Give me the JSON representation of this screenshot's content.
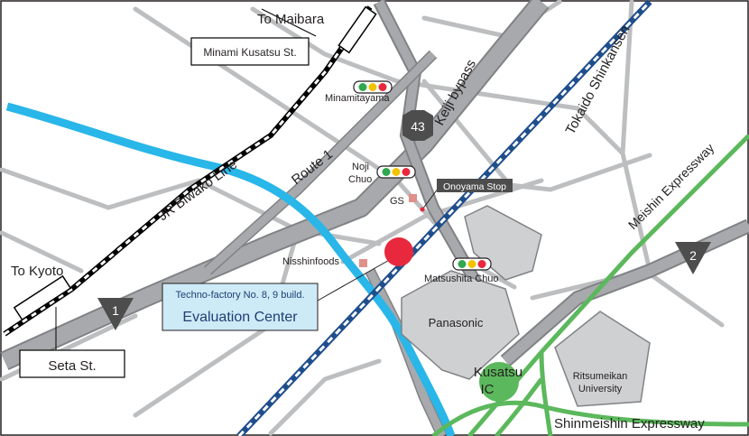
{
  "map": {
    "labels": {
      "to_maibara": "To Maibara",
      "minami_kusatsu_st": "Minami Kusatsu St.",
      "minamitayama": "Minamitayama",
      "route_43": "43",
      "keiji_bypass": "Keiji bypass",
      "tokaido_shinkansen": "Tokaido Shinkansen",
      "jr_biwako_line": "JR Biwako Line",
      "route_1": "Route 1",
      "noji_chuo_line1": "Noji",
      "noji_chuo_line2": "Chuo",
      "gs": "GS",
      "onoyama_stop": "Onoyama Stop",
      "meishin_expressway": "Meishin Expressway",
      "route_2": "2",
      "nisshinfoods": "Nisshinfoods",
      "matsushita_chuo": "Matsushita Chuo",
      "to_kyoto": "To Kyoto",
      "techno_factory": "Techno-factory No. 8, 9 build.",
      "evaluation_center": "Evaluation Center",
      "route_1_marker": "1",
      "panasonic": "Panasonic",
      "kusatsu_ic_line1": "Kusatsu",
      "kusatsu_ic_line2": "IC",
      "ritsumeikan_line1": "Ritsumeikan",
      "ritsumeikan_line2": "University",
      "seta_st": "Seta St.",
      "shinmeishin_expressway": "Shinmeishin Expressway"
    },
    "colors": {
      "road": "#a7a9ac",
      "road_outline": "#808285",
      "minor_road": "#bcbec0",
      "river": "#29b6e8",
      "expressway": "#5cb85c",
      "shinkansen": "#1f4e8c",
      "jr_line": "#000000",
      "target": "#e8283c",
      "building": "#cfd0d2",
      "label_box": "#cdeaf7",
      "marker_fill": "#4d4d4d",
      "facility": "#e0908a"
    }
  }
}
